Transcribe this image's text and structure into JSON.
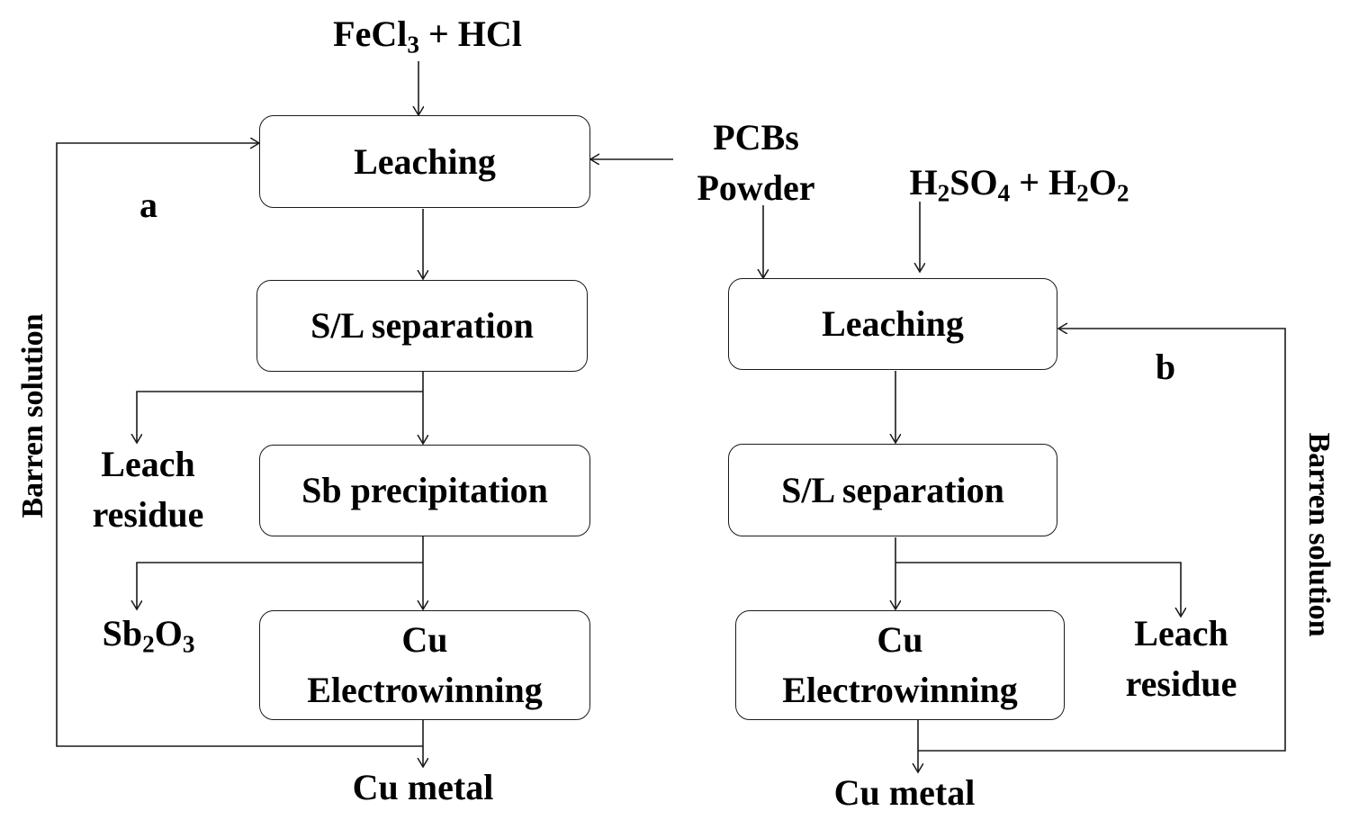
{
  "panel_a": {
    "tag": "a",
    "input_reagent": {
      "p1": "FeCl",
      "s1": "3",
      "p2": " + HCl"
    },
    "leaching": "Leaching",
    "sl_separation": "S/L separation",
    "leach_residue": [
      "Leach",
      "residue"
    ],
    "sb_precipitation": "Sb precipitation",
    "sb2o3": {
      "p1": "Sb",
      "s1": "2",
      "p2": "O",
      "s2": "3"
    },
    "electrowinning": [
      "Cu",
      "Electrowinning"
    ],
    "cu_metal": "Cu metal",
    "recycle_label": "Barren solution"
  },
  "shared_input": [
    "PCBs",
    "Powder"
  ],
  "panel_b": {
    "tag": "b",
    "input_reagent": {
      "p1": "H",
      "s1": "2",
      "p2": "SO",
      "s2": "4",
      "p3": " + H",
      "s3": "2",
      "p4": "O",
      "s4": "2"
    },
    "leaching": "Leaching",
    "sl_separation": "S/L separation",
    "electrowinning": [
      "Cu",
      "Electrowinning"
    ],
    "leach_residue": [
      "Leach",
      "residue"
    ],
    "cu_metal": "Cu metal",
    "recycle_label": "Barren solution"
  }
}
